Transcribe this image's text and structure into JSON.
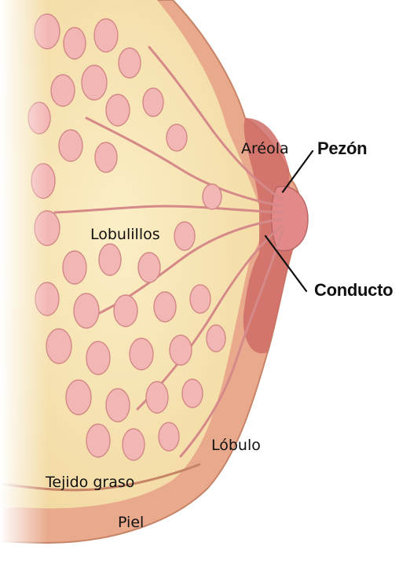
{
  "colors": {
    "skin": "#e8a68a",
    "skin_edge": "#c9866a",
    "fat": "#f6e3b0",
    "lobule": "#f0b2b2",
    "lobule_edge": "#d58989",
    "areola": "#c9605c",
    "leader": "#111111"
  },
  "labels": {
    "areola": "Aréola",
    "pezon": "Pezón",
    "lobulillos": "Lobulillos",
    "conducto": "Conducto",
    "lobulo": "Lóbulo",
    "tejido_graso": "Tejido graso",
    "piel": "Piel"
  }
}
